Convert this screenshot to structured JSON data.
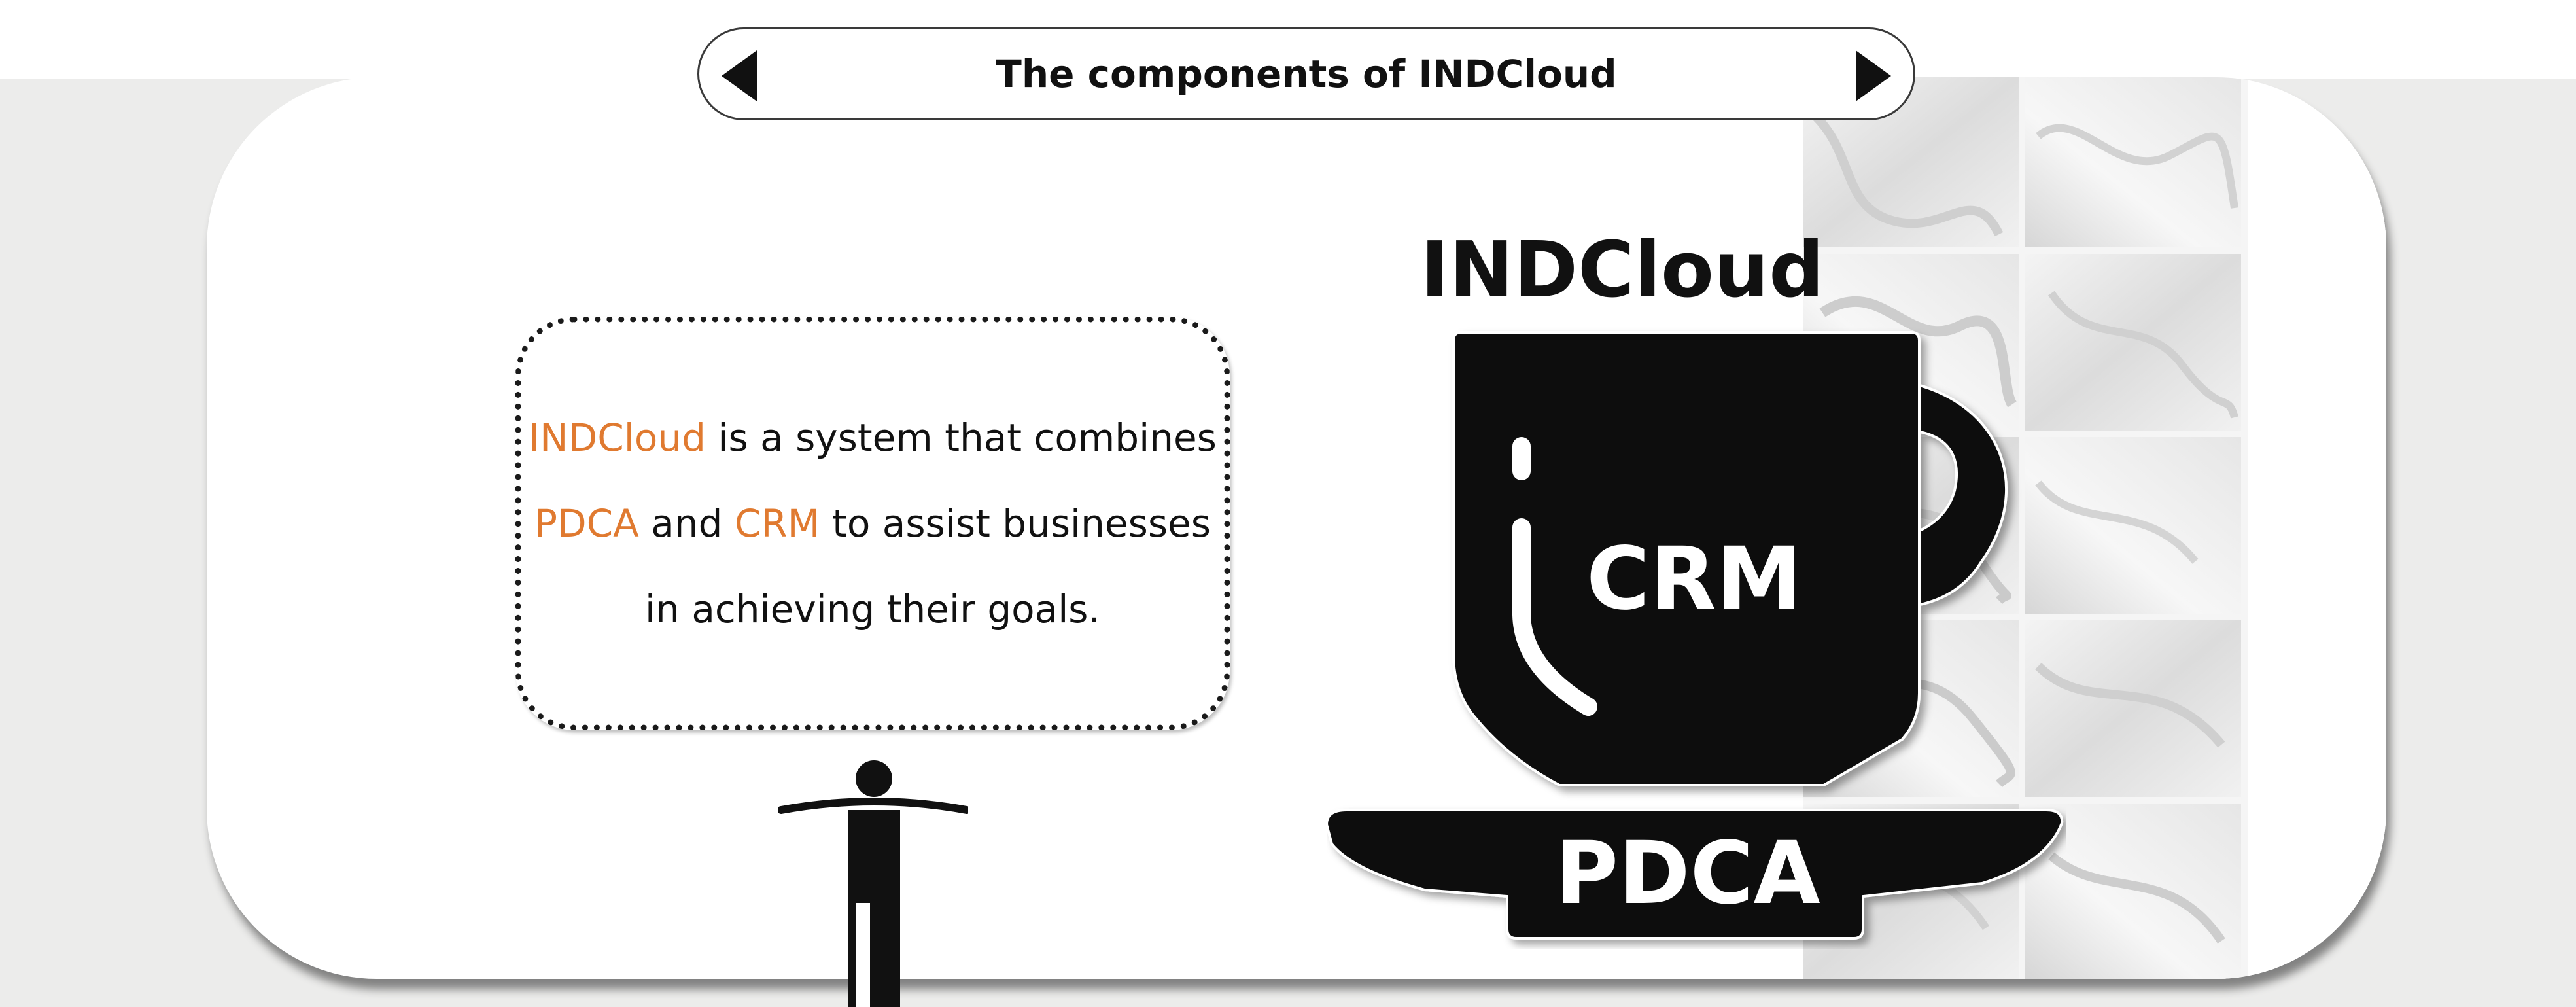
{
  "header": {
    "title": "The components of INDCloud"
  },
  "speech": {
    "line1_hl": "INDCloud",
    "line1_rest": " is a system that combines",
    "line2_hl1": "PDCA",
    "line2_mid": " and ",
    "line2_hl2": "CRM",
    "line2_rest": " to assist businesses",
    "line3": "in achieving their goals."
  },
  "diagram": {
    "title": "INDCloud",
    "cup_label": "CRM",
    "saucer_label": "PDCA"
  },
  "icons": {
    "prev": "triangle-left-icon",
    "next": "triangle-right-icon",
    "person": "person-figure-icon",
    "cup": "coffee-cup-icon"
  },
  "colors": {
    "highlight": "#e07a30",
    "background": "#ececeb",
    "card": "#ffffff",
    "ink": "#111111"
  }
}
